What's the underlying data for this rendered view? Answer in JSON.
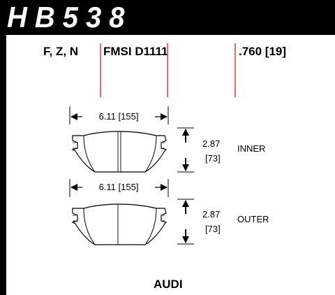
{
  "header": {
    "part_number": "HB538"
  },
  "info": {
    "compounds": "F, Z, N",
    "fmsi": "FMSI D1111",
    "thickness": ".760 [19]"
  },
  "pads": [
    {
      "width_label": "6.11 [155]",
      "height_in": "2.87",
      "height_mm": "[73]",
      "position": "INNER"
    },
    {
      "width_label": "6.11 [155]",
      "height_in": "2.87",
      "height_mm": "[73]",
      "position": "OUTER"
    }
  ],
  "footer": {
    "vehicle": "AUDI"
  },
  "colors": {
    "header_bg": "#000000",
    "accent_lines": "#d0202a",
    "drawing_stroke": "#000000"
  }
}
